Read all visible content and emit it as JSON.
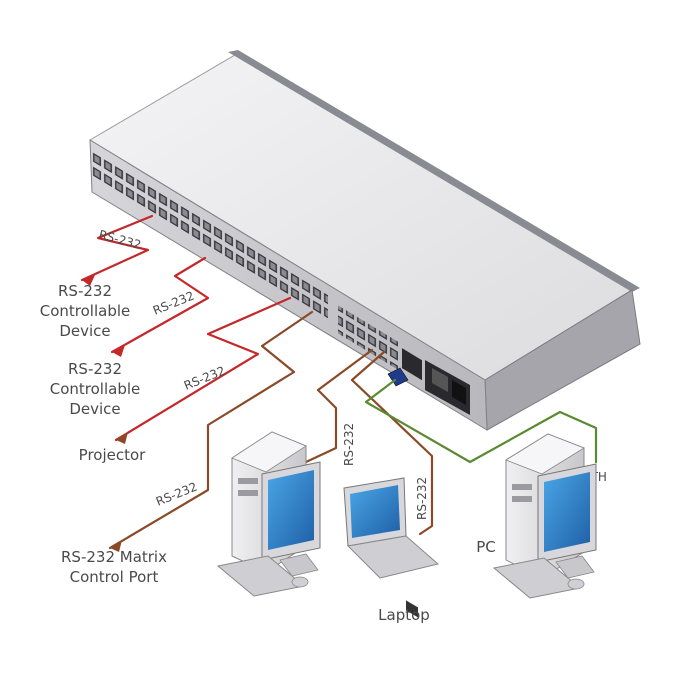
{
  "devices": {
    "rs232_device_1": [
      "RS-232",
      "Controllable",
      "Device"
    ],
    "rs232_device_2": [
      "RS-232",
      "Controllable",
      "Device"
    ],
    "projector": "Projector",
    "matrix_port": [
      "RS-232 Matrix",
      "Control Port"
    ],
    "laptop": "Laptop",
    "pc": "PC"
  },
  "cables": {
    "c1": "RS-232",
    "c2": "RS-232",
    "c3": "RS-232",
    "c4": "RS-232",
    "c5": "RS-232",
    "c6": "RS-232",
    "eth": "ETH"
  },
  "colors": {
    "red_cable": "#c4282b",
    "brown_cable": "#8a4a28",
    "eth_cable": "#5a8a32",
    "chassis_top": "#e8e8ea",
    "chassis_front": "#c8c8cc",
    "chassis_side": "#9a9aa0",
    "screen": "#2f7fc4"
  }
}
